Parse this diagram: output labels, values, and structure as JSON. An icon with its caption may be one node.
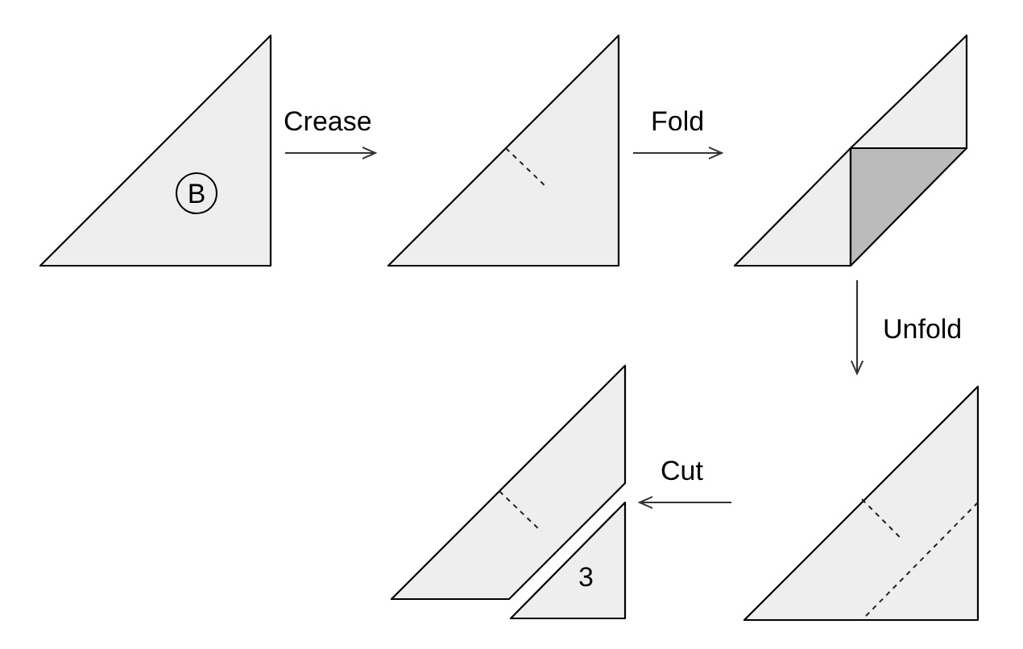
{
  "diagram": {
    "nodes": [
      {
        "text": [],
        "shape": "triangle"
      },
      {
        "text": [
          "B"
        ],
        "in": 0
      },
      {
        "text": [],
        "shape": "triangle"
      },
      {
        "text": [],
        "shape": "picture"
      },
      {
        "text": [],
        "shape": "triangle"
      },
      {
        "text": [],
        "shape": "trapezoid"
      },
      {
        "text": [
          "3"
        ]
      }
    ],
    "edges": [
      {
        "from": 0,
        "to": 2,
        "arrow": "to",
        "label": "Crease"
      },
      {
        "from": 2,
        "to": 3,
        "arrow": "to",
        "label": "Fold"
      },
      {
        "from": 3,
        "to": 4,
        "arrow": "to",
        "label": "Unfold"
      },
      {
        "from": 4,
        "to": 6,
        "arrow": "to",
        "label": "Cut"
      }
    ]
  }
}
